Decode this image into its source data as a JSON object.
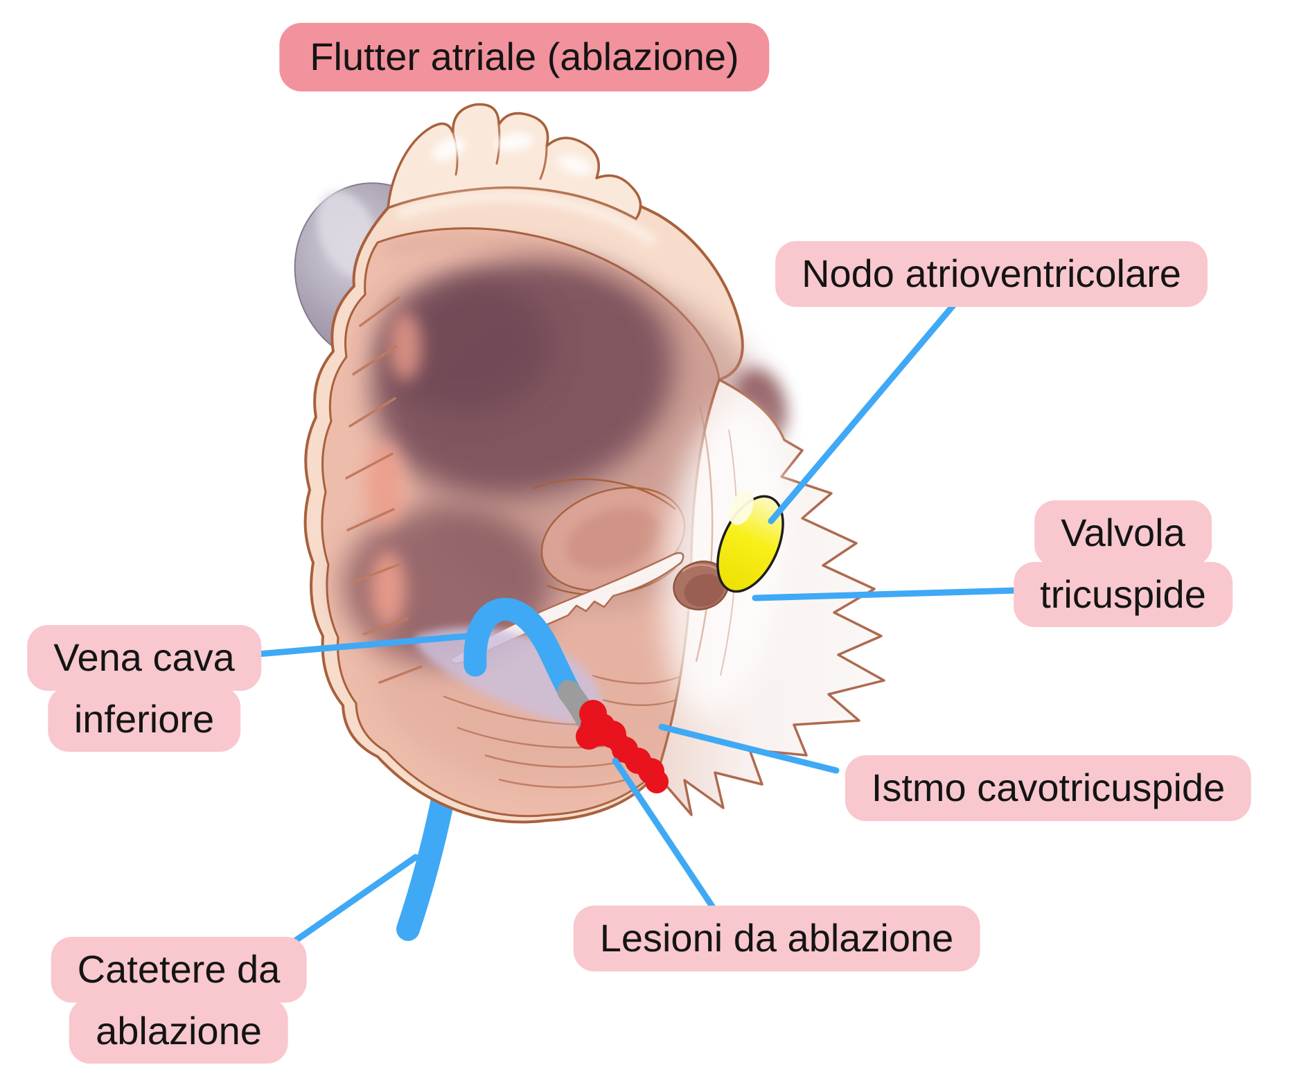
{
  "figure": {
    "title": "Flutter atriale (ablazione)",
    "labels": {
      "av_node": "Nodo atrioventricolare",
      "tricuspid_valve": [
        "Valvola",
        "tricuspide"
      ],
      "vena_cava_inferior": [
        "Vena cava",
        "inferiore"
      ],
      "cavotricuspid_isthmus": "Istmo cavotricuspide",
      "ablation_lesions": "Lesioni da ablazione",
      "ablation_catheter": [
        "Catetere da",
        "ablazione"
      ]
    },
    "colors": {
      "title_box_pink": "#F2929D",
      "label_box_pink": "#F8C8CE",
      "leader_and_catheter_blue": "#3FA9F5",
      "catheter_tip_gray": "#9C9C9C",
      "lesion_red": "#E8131C",
      "av_node_yellow": "#F6EE1E",
      "heart_wall_skin": "#F7DCCB",
      "text_black": "#141414"
    }
  }
}
